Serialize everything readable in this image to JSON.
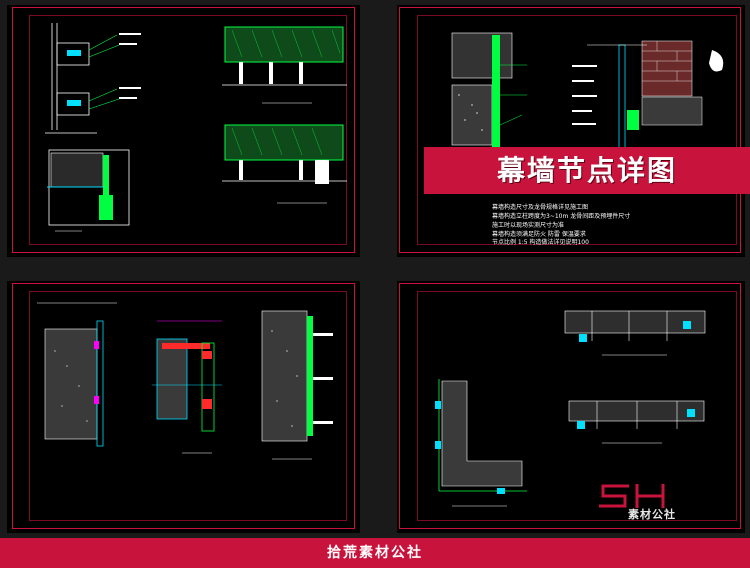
{
  "banner": {
    "title": "幕墙节点详图"
  },
  "footer": {
    "text": "拾荒素材公社"
  },
  "logo": {
    "mark": "SH",
    "subtitle": "素材公社"
  },
  "notes": [
    "幕墙构造尺寸及龙骨规格详见施工图",
    "幕墙构造立柱跨度为3~10m 龙骨间距及预埋件尺寸",
    "施工时以现场实测尺寸为准",
    "幕墙构造须满足防火 防雷 保温要求",
    "节点比例 1:5 构造做法详见说明100"
  ],
  "colors": {
    "accent": "#c8143c",
    "drawing_bg": "#000000",
    "cad_white": "#ffffff",
    "cad_green": "#00ff40",
    "cad_cyan": "#00e0ff",
    "cad_magenta": "#ff00ff",
    "cad_yellow": "#ffff00"
  }
}
